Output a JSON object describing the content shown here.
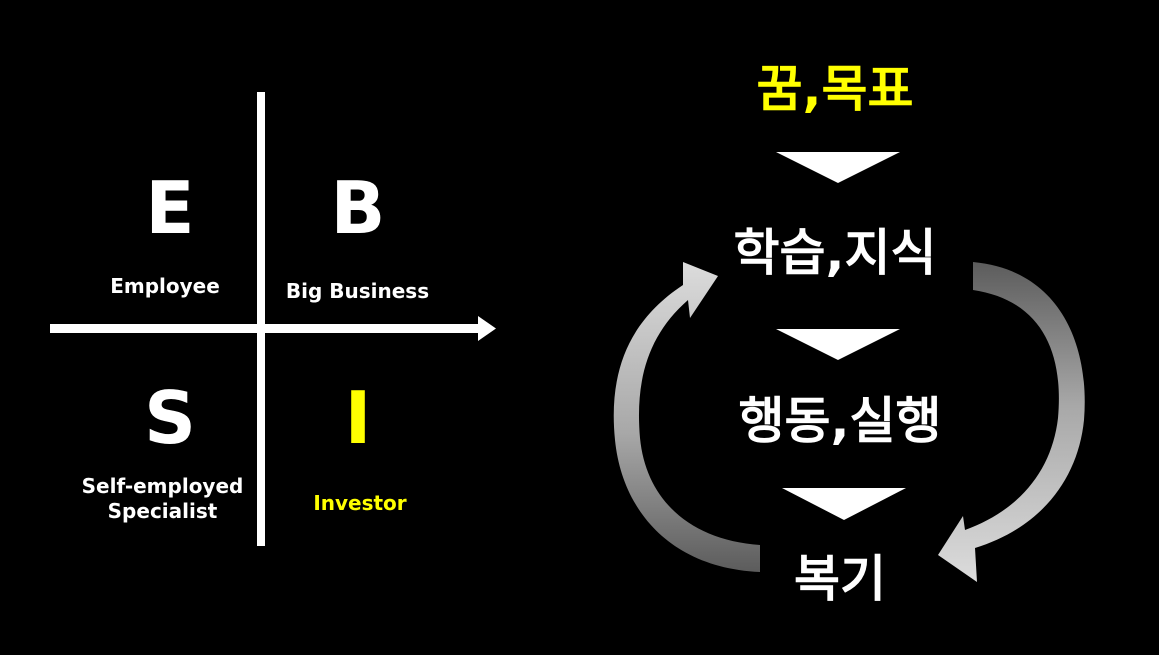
{
  "quadrant": {
    "e": {
      "letter": "E",
      "label": "Employee"
    },
    "b": {
      "letter": "B",
      "label": "Big Business"
    },
    "s": {
      "letter": "S",
      "label_line1": "Self-employed",
      "label_line2": "Specialist"
    },
    "i": {
      "letter": "I",
      "label": "Investor"
    }
  },
  "cycle": {
    "goal": "꿈,목표",
    "learn": "학습,지식",
    "act": "행동,실행",
    "review": "복기"
  },
  "colors": {
    "background": "#000000",
    "text": "#ffffff",
    "highlight": "#ffff00",
    "cycle_arrow": "#bdbdbd"
  }
}
